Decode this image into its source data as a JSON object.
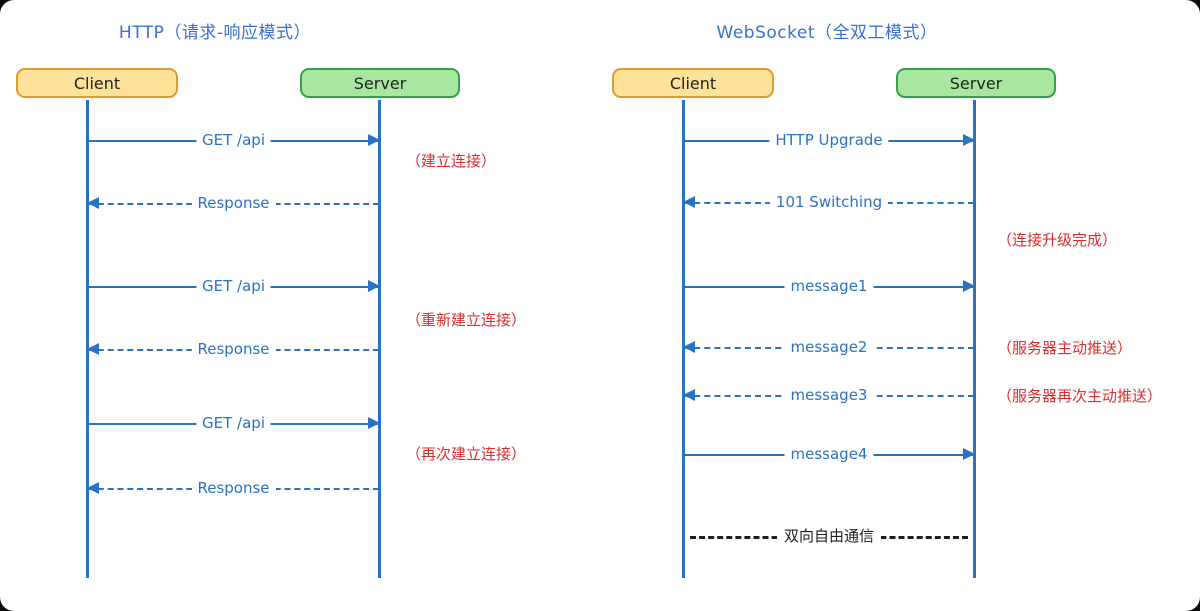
{
  "diagram": {
    "type": "sequence-diagram",
    "background": "#ffffff",
    "colors": {
      "title": "#3b6fd4",
      "message": "#2a72c4",
      "lifeline": "#2a72c4",
      "annotation": "#d8302f",
      "note": "#1d1d1d",
      "client_fill": "#fde39a",
      "client_border": "#e09a2c",
      "server_fill": "#a7e7a0",
      "server_border": "#33a04a"
    }
  },
  "panels": [
    {
      "id": "http",
      "title": "HTTP（请求-响应模式）",
      "actors": [
        {
          "id": "client",
          "label": "Client",
          "style": "client"
        },
        {
          "id": "server",
          "label": "Server",
          "style": "server"
        }
      ],
      "messages": [
        {
          "label": "GET /api",
          "direction": "to-right",
          "style": "solid"
        },
        {
          "label": "Response",
          "direction": "to-left",
          "style": "dashed"
        },
        {
          "label": "GET /api",
          "direction": "to-right",
          "style": "solid"
        },
        {
          "label": "Response",
          "direction": "to-left",
          "style": "dashed"
        },
        {
          "label": "GET /api",
          "direction": "to-right",
          "style": "solid"
        },
        {
          "label": "Response",
          "direction": "to-left",
          "style": "dashed"
        }
      ],
      "annotations": [
        {
          "text": "（建立连接）"
        },
        {
          "text": "（重新建立连接）"
        },
        {
          "text": "（再次建立连接）"
        }
      ],
      "notes": []
    },
    {
      "id": "websocket",
      "title": "WebSocket（全双工模式）",
      "actors": [
        {
          "id": "client",
          "label": "Client",
          "style": "client"
        },
        {
          "id": "server",
          "label": "Server",
          "style": "server"
        }
      ],
      "messages": [
        {
          "label": "HTTP Upgrade",
          "direction": "to-right",
          "style": "solid"
        },
        {
          "label": "101 Switching",
          "direction": "to-left",
          "style": "dashed"
        },
        {
          "label": "message1",
          "direction": "to-right",
          "style": "solid"
        },
        {
          "label": "message2",
          "direction": "to-left",
          "style": "dashed"
        },
        {
          "label": "message3",
          "direction": "to-left",
          "style": "dashed"
        },
        {
          "label": "message4",
          "direction": "to-right",
          "style": "solid"
        }
      ],
      "annotations": [
        {
          "text": "（连接升级完成）"
        },
        {
          "text": "（服务器主动推送）"
        },
        {
          "text": "（服务器再次主动推送）"
        }
      ],
      "notes": [
        {
          "text": "双向自由通信"
        }
      ]
    }
  ]
}
